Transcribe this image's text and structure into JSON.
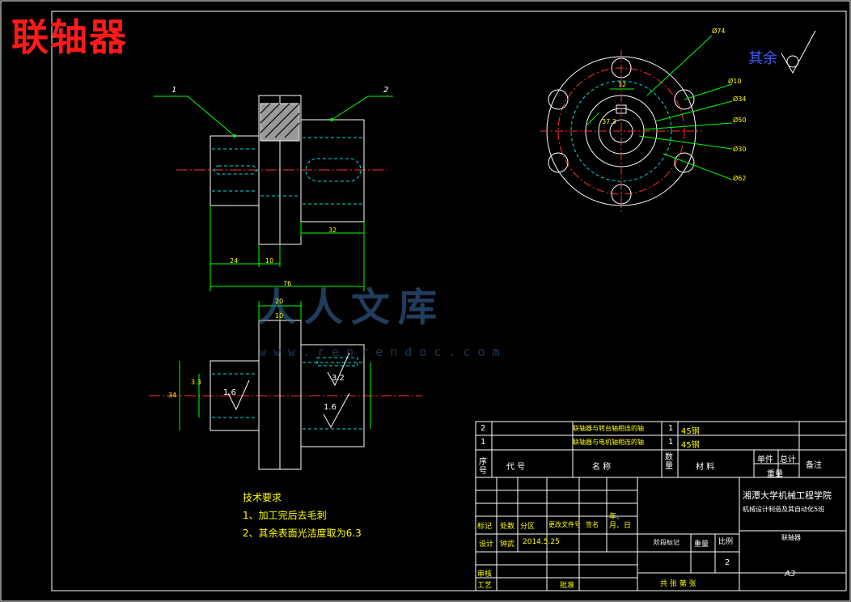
{
  "drawing": {
    "title": "联轴器",
    "roughness_rest_label": "其余",
    "notes": {
      "heading": "技术要求",
      "items": [
        "1、加工完后去毛刺",
        "2、其余表面光洁度取为6.3"
      ]
    },
    "leaders": [
      "1",
      "2"
    ],
    "flange_callouts": [
      "Ø74",
      "Ø10",
      "Ø34",
      "Ø50",
      "Ø30",
      "Ø62",
      "12",
      "37.3"
    ],
    "front_dims": [
      "24",
      "10",
      "32",
      "76"
    ],
    "bottom_dims": [
      "20",
      "10",
      "3.3",
      "3.2",
      "1.6",
      "1.6",
      "34"
    ],
    "watermark": "人人文库",
    "watermark_url": "www.renrendoc.com"
  },
  "title_block": {
    "parts": [
      {
        "no": "2",
        "name": "联轴器与转台轴相连的轴",
        "qty": "1",
        "material": "45钢"
      },
      {
        "no": "1",
        "name": "联轴器与电机轴相连的轴",
        "qty": "1",
        "material": "45钢"
      }
    ],
    "header": {
      "no": "序号",
      "code": "代 号",
      "name": "名 称",
      "qty": "数量",
      "material": "材 料",
      "unit_weight": "单件",
      "total": "总计",
      "weight": "重量",
      "remark": "备注"
    },
    "school": "湘潭大学机械工程学院",
    "course": "机械设计制造及其自动化5班",
    "drawing_name": "联轴器",
    "rows": {
      "mark": "标记",
      "count": "处数",
      "zone": "分区",
      "change_doc": "更改文件号",
      "sign": "签名",
      "date": "年、月、日",
      "design": "设计",
      "designer": "钟武",
      "design_date": "2014.5.25",
      "stage_mark": "阶段标记",
      "weight": "重量",
      "scale": "比例",
      "scale_value": "2",
      "review": "审核",
      "process": "工艺",
      "approve": "批准",
      "sheets": "共 张 第 张",
      "size": "A3"
    }
  }
}
